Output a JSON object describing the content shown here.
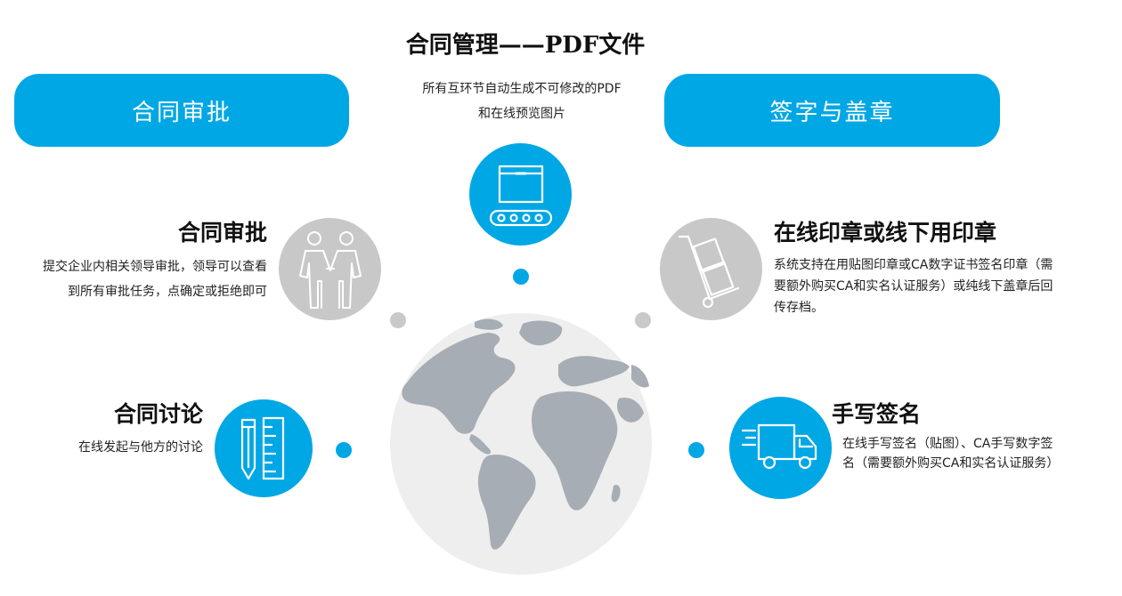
{
  "colors": {
    "blue": "#00a7e5",
    "gray": "#c8c8c8",
    "dot_gray": "#c9c9c9",
    "globe_bg": "#eeeeee",
    "land": "#a6adb4"
  },
  "header": {
    "title": "合同管理——PDF文件",
    "desc_line1": "所有互环节自动生成不可修改的PDF",
    "desc_line2": "和在线预览图片",
    "icon": "conveyor-box-icon"
  },
  "pills": {
    "left": "合同审批",
    "right": "签字与盖章"
  },
  "features": {
    "approval": {
      "title": "合同审批",
      "desc_line1": "提交企业内相关领导审批，领导可以查看",
      "desc_line2": "到所有审批任务，点确定或拒绝即可",
      "icon": "handshake-icon"
    },
    "discussion": {
      "title": "合同讨论",
      "desc_line1": "在线发起与他方的讨论",
      "icon": "pencil-ruler-icon"
    },
    "seal": {
      "title": "在线印章或线下用印章",
      "desc_line1": "系统支持在用贴图印章或CA数字证书签名印章（需",
      "desc_line2": "要额外购买CA和实名认证服务）或纯线下盖章后回",
      "desc_line3": "传存档。",
      "icon": "hand-truck-icon"
    },
    "handwrite": {
      "title": "手写签名",
      "desc_line1": "在线手写签名（贴图）、CA手写数字签",
      "desc_line2": "名（需要额外购买CA和实名认证服务）",
      "icon": "delivery-truck-icon"
    }
  }
}
